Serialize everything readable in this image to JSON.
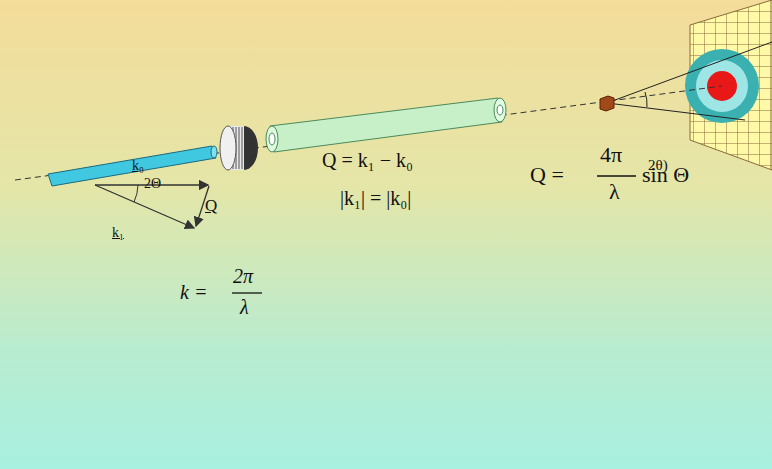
{
  "diagram": {
    "labels": [
      "2θ)",
      "k₀",
      "2Θ",
      "Q",
      "k₁",
      "Q = k₁ − k₀",
      "|k₁| = |k₀|",
      "Q =",
      "4π",
      "λ",
      "sin Θ",
      "k =",
      "2π",
      "λ"
    ]
  }
}
